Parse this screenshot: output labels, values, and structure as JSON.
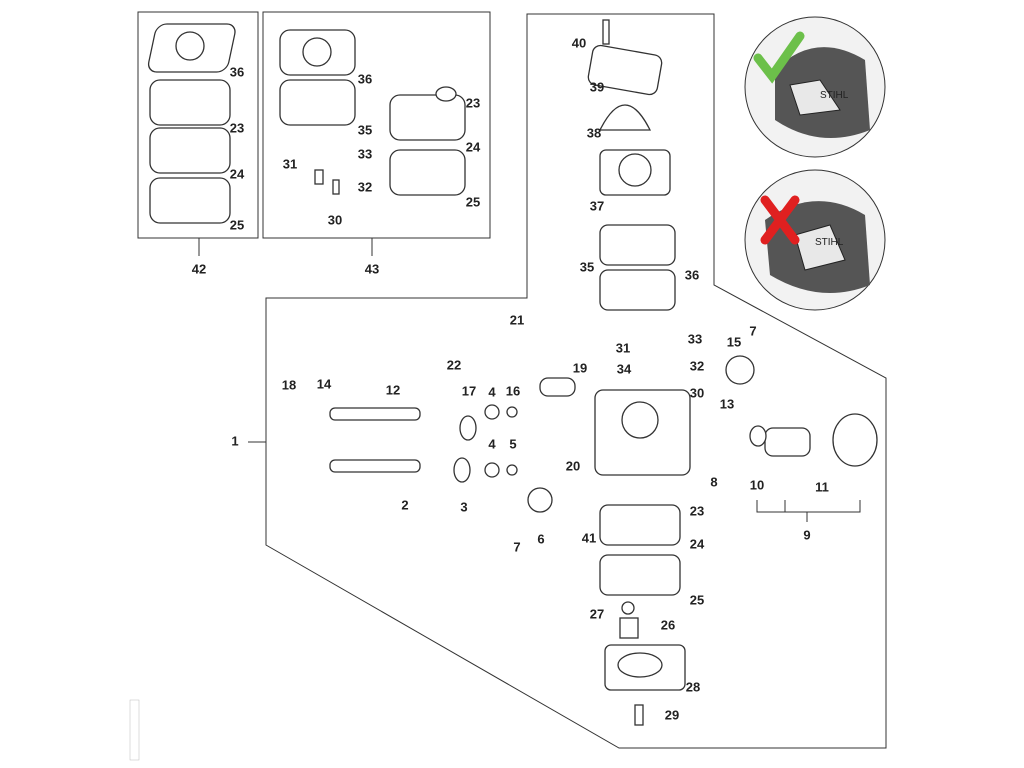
{
  "diagram": {
    "kit_labels": {
      "kit_42": "42",
      "kit_43": "43",
      "assembly_1": "1",
      "group_9": "9"
    },
    "box42_labels": [
      "36",
      "23",
      "24",
      "25"
    ],
    "box43_labels": [
      "36",
      "35",
      "33",
      "31",
      "32",
      "30",
      "23",
      "24",
      "25"
    ],
    "main_labels": [
      "40",
      "39",
      "38",
      "37",
      "35",
      "36",
      "21",
      "22",
      "33",
      "31",
      "32",
      "34",
      "30",
      "15",
      "7",
      "18",
      "14",
      "12",
      "17",
      "4",
      "16",
      "19",
      "13",
      "4",
      "5",
      "20",
      "8",
      "10",
      "11",
      "2",
      "3",
      "23",
      "7",
      "6",
      "41",
      "24",
      "25",
      "27",
      "26",
      "28",
      "29"
    ],
    "inset_correct": {
      "icon": "green-check-icon",
      "color": "#6cc04a",
      "logo_text": "STIHL"
    },
    "inset_wrong": {
      "icon": "red-cross-icon",
      "color": "#e02020",
      "logo_text": "STIHL"
    }
  }
}
